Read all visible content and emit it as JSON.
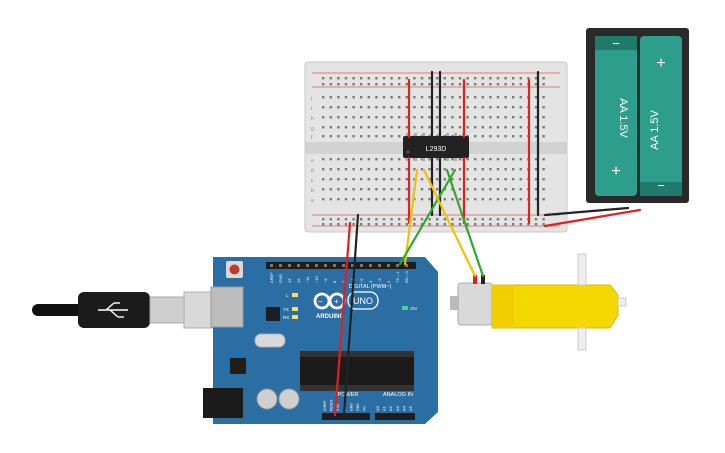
{
  "chip": {
    "label": "L293D"
  },
  "battery": {
    "cells": [
      {
        "label": "AA 1.5V",
        "minus": "−",
        "plus": "+"
      },
      {
        "label": "AA 1.5V",
        "minus": "−",
        "plus": "+"
      }
    ]
  },
  "breadboard": {
    "row_letters_top": [
      "j",
      "i",
      "h",
      "g",
      "f"
    ],
    "row_letters_bottom": [
      "e",
      "d",
      "c",
      "b",
      "a"
    ]
  },
  "arduino": {
    "brand": "ARDUINO",
    "model": "UNO",
    "digital_label": "DIGITAL (PWM~)",
    "analog_label": "ANALOG IN",
    "power_label": "POWER",
    "on_label": "ON",
    "l_label": "L",
    "tx_label": "TX",
    "rx_label": "RX",
    "digital_pins": [
      "AREF",
      "GND",
      "13",
      "12",
      "~11",
      "~10",
      "~9",
      "8",
      "7",
      "~6",
      "~5",
      "4",
      "~3",
      "2",
      "TX→1",
      "RX←0"
    ],
    "power_pins": [
      "IOREF",
      "RESET",
      "3.3V",
      "5V",
      "GND",
      "GND",
      "Vin"
    ],
    "analog_pins": [
      "A0",
      "A1",
      "A2",
      "A3",
      "A4",
      "A5"
    ]
  },
  "colors": {
    "wire_red": "#e02020",
    "wire_black": "#222222",
    "wire_yellow": "#f2c200",
    "wire_green": "#2fa82f",
    "board_blue": "#2b6ea3",
    "motor_yellow": "#f5d800",
    "battery_teal": "#2e9e8c"
  }
}
